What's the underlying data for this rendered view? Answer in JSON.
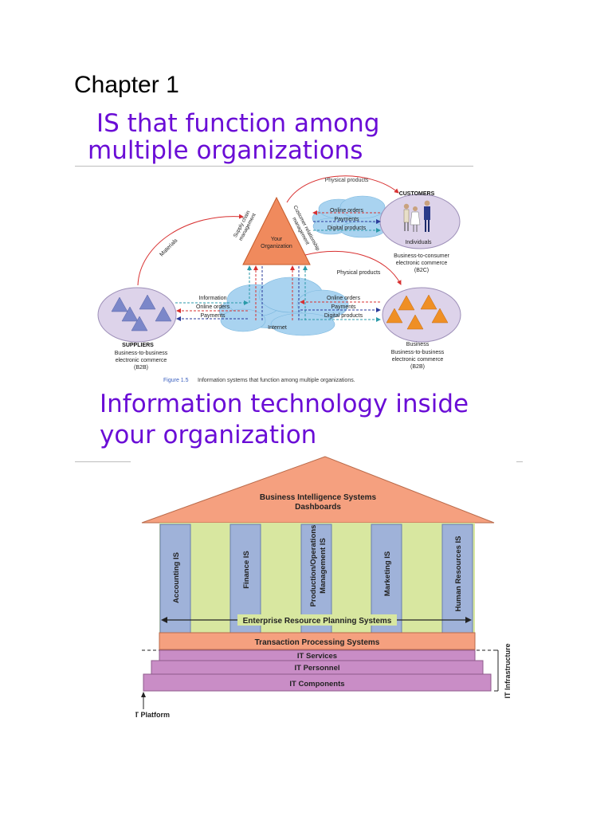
{
  "page": {
    "chapter": "Chapter 1",
    "heading1_line1": "IS that function among",
    "heading1_line2": "multiple organizations",
    "heading2_line1": "Information technology inside",
    "heading2_line2": "your organization"
  },
  "figure1": {
    "physical_products_top": "Physical products",
    "physical_products_mid": "Physical products",
    "customers_title": "CUSTOMERS",
    "individuals": "Individuals",
    "b2c_1": "Business-to-consumer",
    "b2c_2": "electronic commerce",
    "b2c_3": "(B2C)",
    "online_orders_top": "Online orders",
    "payments_top": "Payments",
    "digital_products_top": "Digital products",
    "org_1": "Your",
    "org_2": "Organization",
    "scm_1": "Supply chain",
    "scm_2": "management",
    "crm_1": "Customer relationship",
    "crm_2": "management",
    "materials": "Materials",
    "information": "Information",
    "online_orders_left": "Online orders",
    "payments_left": "Payments",
    "online_orders_right": "Online orders",
    "payments_right": "Payments",
    "digital_products_right": "Digital products",
    "internet": "Internet",
    "suppliers_title": "SUPPLIERS",
    "b2b_left_1": "Business-to-business",
    "b2b_left_2": "electronic commerce",
    "b2b_left_3": "(B2B)",
    "business_title": "Business",
    "b2b_right_1": "Business-to-business",
    "b2b_right_2": "electronic commerce",
    "b2b_right_3": "(B2B)",
    "caption_label": "Figure 1.5",
    "caption_text": "Information systems that function among multiple organizations."
  },
  "figure2": {
    "roof_line1": "Business Intelligence Systems",
    "roof_line2": "Dashboards",
    "pillar_accounting": "Accounting IS",
    "pillar_finance": "Finance IS",
    "pillar_production_1": "Production/Operations",
    "pillar_production_2": "Management IS",
    "pillar_marketing": "Marketing IS",
    "pillar_hr": "Human Resources IS",
    "erp": "Enterprise Resource Planning Systems",
    "tps": "Transaction Processing Systems",
    "it_services": "IT Services",
    "it_personnel": "IT Personnel",
    "it_components": "IT Components",
    "it_infrastructure": "IT Infrastructure",
    "it_platform": "IT Platform"
  },
  "colors": {
    "heading": "#6a0dd6",
    "cloud": "#a9d3f0",
    "triangle_org": "#f08a5d",
    "triangle_supplier": "#7b87c9",
    "triangle_business": "#ef8f25",
    "roof": "#f5a07f",
    "pillar": "#9fb2d9",
    "band_green": "#d8e7a0",
    "layer_purple": "#c98dc6"
  }
}
